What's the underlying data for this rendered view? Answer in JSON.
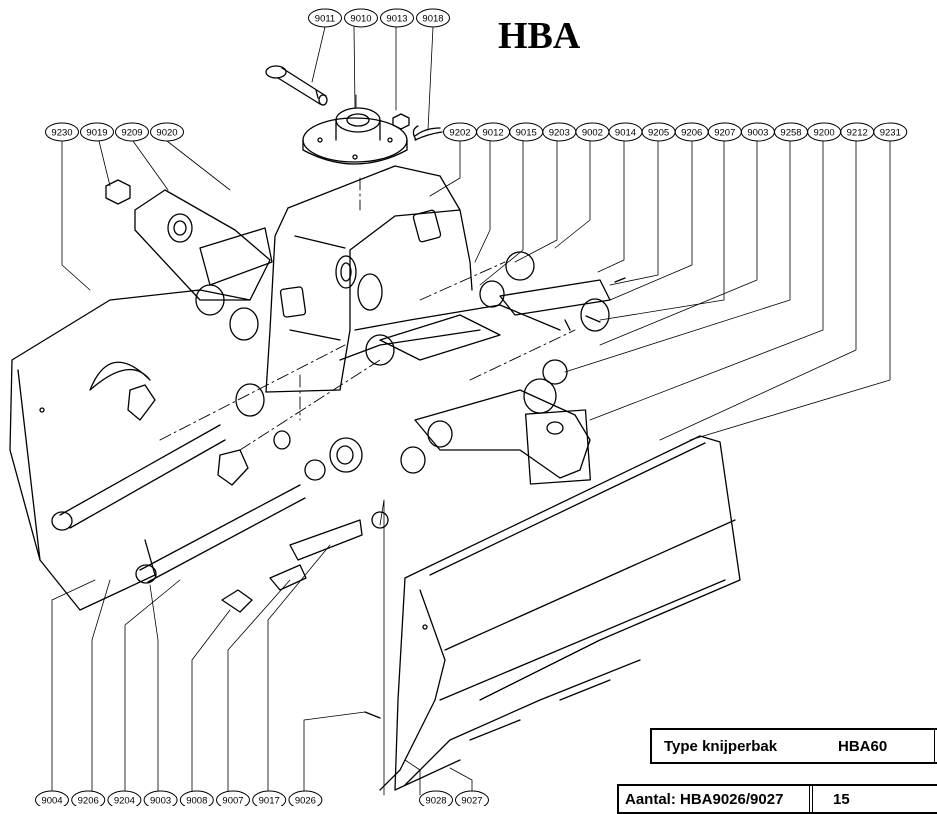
{
  "title": "HBA",
  "callouts_top": [
    "9011",
    "9010",
    "9013",
    "9018"
  ],
  "callouts_left_top": [
    "9230",
    "9019",
    "9209",
    "9020"
  ],
  "callouts_right_top": [
    "9202",
    "9012",
    "9015",
    "9203",
    "9002",
    "9014",
    "9205",
    "9206",
    "9207",
    "9003",
    "9258",
    "9200",
    "9212",
    "9231"
  ],
  "callouts_bottom": [
    "9004",
    "9206",
    "9204",
    "9003",
    "9008",
    "9007",
    "9017",
    "9026"
  ],
  "callouts_bottom_right": [
    "9028",
    "9027"
  ],
  "table_type": {
    "label": "Type knijperbak",
    "value": "HBA60"
  },
  "table_count": {
    "label": "Aantal: HBA9026/9027",
    "value": "15"
  }
}
